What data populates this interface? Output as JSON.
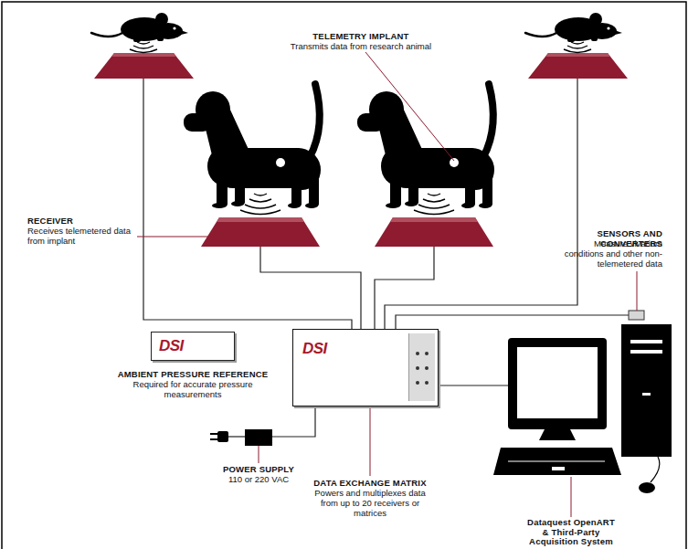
{
  "diagram": {
    "nodes": [
      {
        "text": [
          "DSI",
          "AMBIENT PRESSURE REFERENCE",
          "Required for accurate pressure measurements"
        ]
      },
      {
        "text": [
          "DSI"
        ]
      }
    ],
    "labels": [
      "TELEMETRY IMPLANT",
      "Transmits data from research animal",
      "RECEIVER",
      "Receives telemetered data from implant",
      "SENSORS AND CONVERTERS",
      "Measure vivarium conditions and other non-telemetered data",
      "POWER SUPPLY",
      "110 or 220 VAC",
      "DATA EXCHANGE MATRIX",
      "Powers and multiplexes data from up to 20 receivers or matrices",
      "Dataquest OpenART & Third-Party Acquisition System"
    ]
  }
}
